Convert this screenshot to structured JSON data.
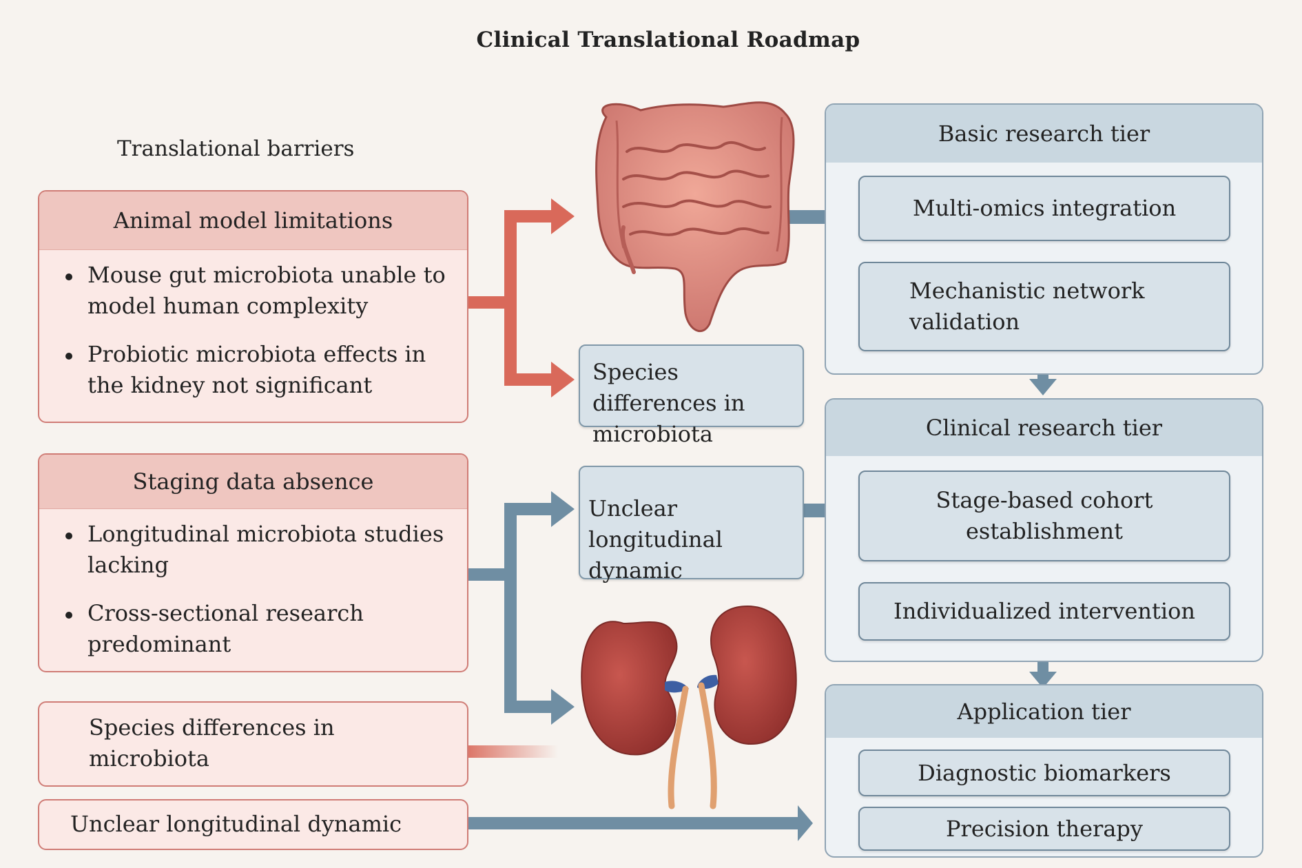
{
  "title": "Clinical Translational Roadmap",
  "barriers": {
    "section_label": "Translational barriers",
    "animal_model": {
      "title": "Animal model limitations",
      "items": [
        "Mouse gut microbiota unable to model human complexity",
        "Probiotic microbiota effects in the kidney not significant"
      ]
    },
    "staging": {
      "title": "Staging data absence",
      "items": [
        "Longitudinal microbiota studies lacking",
        "Cross-sectional research predominant"
      ]
    },
    "species_box": "Species differences in microbiota",
    "longitudinal_box": "Unclear longitudinal dynamic"
  },
  "middle": {
    "species": "Species differences in microbiota",
    "longitudinal": "Unclear longitudinal dynamic",
    "gut_icon": "intestine-illustration",
    "kidney_icon": "kidneys-illustration"
  },
  "tiers": {
    "basic": {
      "title": "Basic research tier",
      "items": [
        "Multi-omics integration",
        "Mechanistic network validation"
      ]
    },
    "clinical": {
      "title": "Clinical research tier",
      "items": [
        "Stage-based cohort establishment",
        "Individualized intervention"
      ]
    },
    "application": {
      "title": "Application tier",
      "items": [
        "Diagnostic biomarkers",
        "Precision therapy"
      ]
    }
  },
  "colors": {
    "barrier_accent": "#d9695a",
    "tier_accent": "#6f8ea3",
    "background": "#f7f3ef"
  }
}
